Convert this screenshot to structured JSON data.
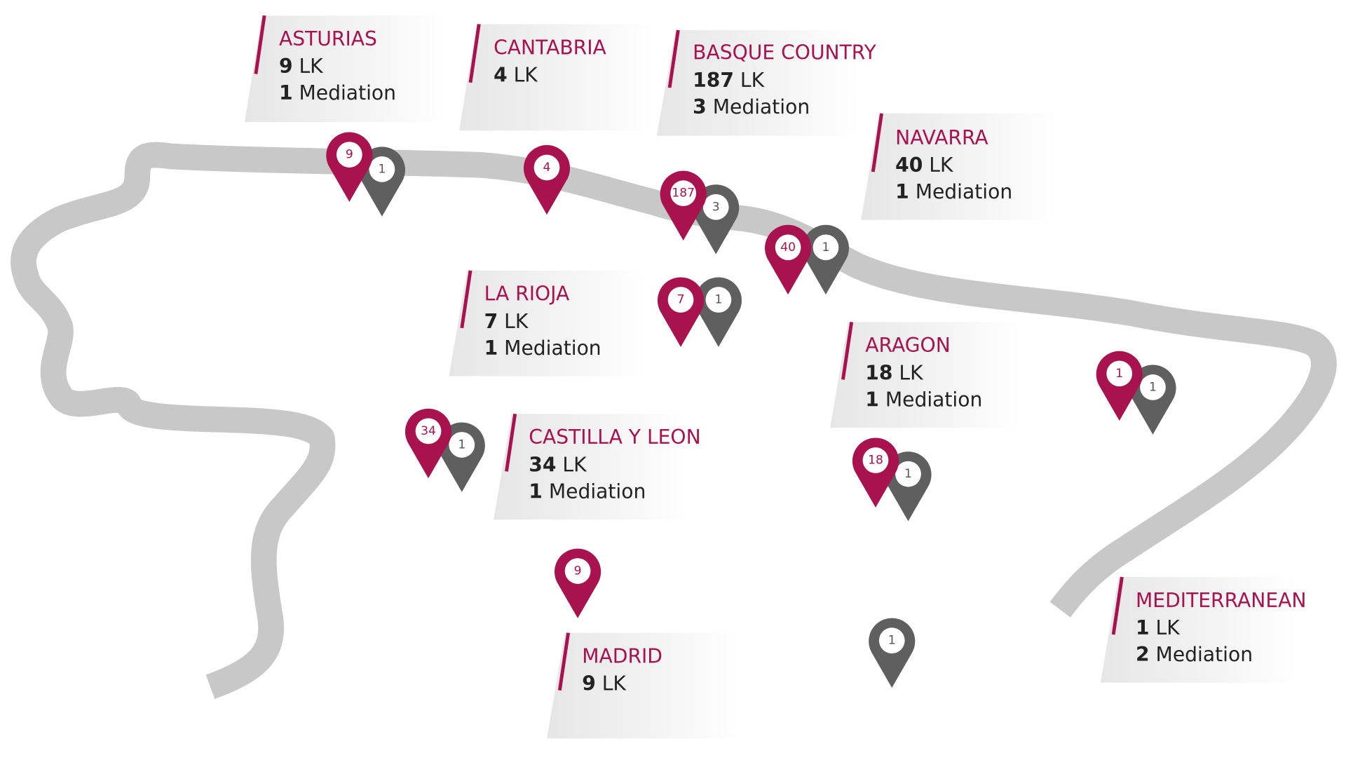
{
  "colors": {
    "accent": "#a8134f",
    "mediation": "#5f5f5f",
    "band": "#c8c8c8"
  },
  "units": {
    "lk": "LK",
    "mediation": "Mediation"
  },
  "regions": [
    {
      "name": "ASTURIAS",
      "lk": "9",
      "mediation": "1"
    },
    {
      "name": "CANTABRIA",
      "lk": "4"
    },
    {
      "name": "BASQUE COUNTRY",
      "lk": "187",
      "mediation": "3"
    },
    {
      "name": "NAVARRA",
      "lk": "40",
      "mediation": "1"
    },
    {
      "name": "LA RIOJA",
      "lk": "7",
      "mediation": "1"
    },
    {
      "name": "ARAGON",
      "lk": "18",
      "mediation": "1"
    },
    {
      "name": "CASTILLA Y LEON",
      "lk": "34",
      "mediation": "1"
    },
    {
      "name": "MADRID",
      "lk": "9"
    },
    {
      "name": "MEDITERRANEAN",
      "lk": "1",
      "mediation": "2"
    }
  ],
  "pins": {
    "asturias": {
      "lk": "9",
      "mediation": "1"
    },
    "cantabria": {
      "lk": "4"
    },
    "basque": {
      "lk": "187",
      "mediation": "3"
    },
    "navarra": {
      "lk": "40",
      "mediation": "1"
    },
    "rioja": {
      "lk": "7",
      "mediation": "1"
    },
    "mediterranean": {
      "lk": "1",
      "mediation": "1"
    },
    "castilla": {
      "lk": "34",
      "mediation": "1"
    },
    "aragon": {
      "lk": "18",
      "mediation": "1"
    },
    "madrid": {
      "lk": "9"
    },
    "other": {
      "mediation": "1"
    }
  }
}
